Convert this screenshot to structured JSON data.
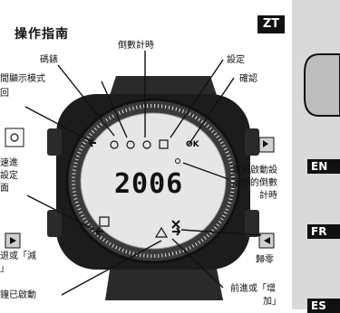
{
  "page": {
    "title": "操作指南",
    "lang_badge": "ZT",
    "side_tabs": [
      "EN",
      "FR",
      "ES"
    ]
  },
  "labels": {
    "code_lock": "碼錶",
    "countdown": "倒數計時",
    "set": "設定",
    "confirm": "確認",
    "time_mode": "間顯示模式",
    "back": "回",
    "quick_set_1": "速進",
    "quick_set_2": "設定",
    "quick_set_3": "面",
    "restart_1": "重新啟動設",
    "restart_2": "定好的倒數",
    "restart_3": "計時",
    "back_or_reduce_1": "退或「減",
    "back_or_reduce_2": "」",
    "reset": "歸零",
    "forward_or_add_1": "前進或「增",
    "forward_or_add_2": "加」",
    "alarm_on": "鐘已啟動"
  },
  "display": {
    "main_digits": "2006",
    "ok_label": "OK"
  },
  "colors": {
    "ink": "#111111",
    "panel": "#d9d9d9",
    "lcd": "#e6e6e6"
  }
}
